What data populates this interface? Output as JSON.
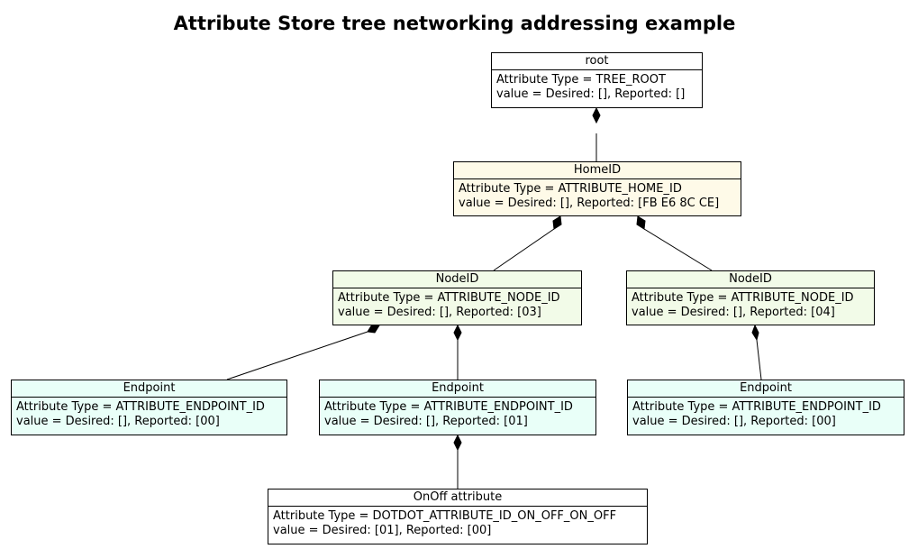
{
  "title": "Attribute Store tree networking addressing example",
  "colors": {
    "root_fill": "#ffffff",
    "homeid_fill": "#fefae8",
    "nodeid_fill": "#f2fbe8",
    "endpoint_fill": "#e9fff8",
    "attribute_fill": "#ffffff",
    "line": "#000000"
  },
  "nodes": {
    "root": {
      "name": "root",
      "type": "Attribute Type = TREE_ROOT",
      "value": "value = Desired: [], Reported: []"
    },
    "home": {
      "name": "HomeID",
      "type": "Attribute Type = ATTRIBUTE_HOME_ID",
      "value": "value = Desired: [], Reported: [FB E6 8C CE]"
    },
    "node1": {
      "name": "NodeID",
      "type": "Attribute Type = ATTRIBUTE_NODE_ID",
      "value": "value = Desired: [], Reported: [03]"
    },
    "node2": {
      "name": "NodeID",
      "type": "Attribute Type = ATTRIBUTE_NODE_ID",
      "value": "value = Desired: [], Reported: [04]"
    },
    "ep1": {
      "name": "Endpoint",
      "type": "Attribute Type = ATTRIBUTE_ENDPOINT_ID",
      "value": "value = Desired: [], Reported: [00]"
    },
    "ep2": {
      "name": "Endpoint",
      "type": "Attribute Type = ATTRIBUTE_ENDPOINT_ID",
      "value": "value = Desired: [], Reported: [01]"
    },
    "ep3": {
      "name": "Endpoint",
      "type": "Attribute Type = ATTRIBUTE_ENDPOINT_ID",
      "value": "value = Desired: [], Reported: [00]"
    },
    "onoff": {
      "name": "OnOff attribute",
      "type": "Attribute Type = DOTDOT_ATTRIBUTE_ID_ON_OFF_ON_OFF",
      "value": "value = Desired: [01], Reported: [00]"
    }
  },
  "edges": [
    {
      "parent": "root",
      "child": "home"
    },
    {
      "parent": "home",
      "child": "node1"
    },
    {
      "parent": "home",
      "child": "node2"
    },
    {
      "parent": "node1",
      "child": "ep1"
    },
    {
      "parent": "node1",
      "child": "ep2"
    },
    {
      "parent": "node2",
      "child": "ep3"
    },
    {
      "parent": "ep2",
      "child": "onoff"
    }
  ]
}
